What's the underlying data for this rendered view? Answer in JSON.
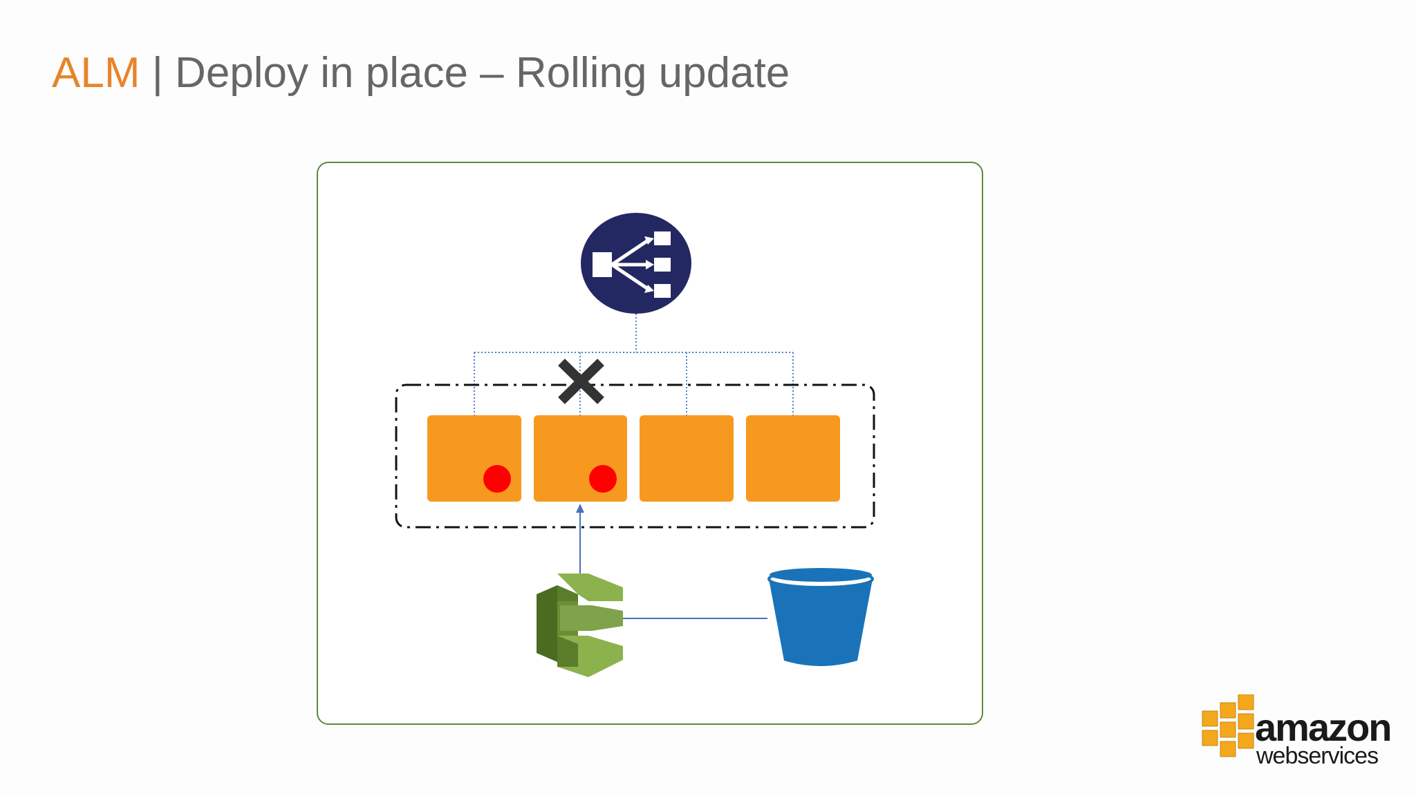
{
  "slide": {
    "title_accent": "ALM",
    "title_rest": " | Deploy in place – Rolling update"
  },
  "diagram": {
    "load_balancer_icon": "elastic-load-balancer-icon",
    "instances": [
      {
        "has_new_version": true,
        "load_balancer_link_removed": false
      },
      {
        "has_new_version": true,
        "load_balancer_link_removed": true
      },
      {
        "has_new_version": false,
        "load_balancer_link_removed": false
      },
      {
        "has_new_version": false,
        "load_balancer_link_removed": false
      }
    ],
    "deploy_service_icon": "codedeploy-icon",
    "storage_icon": "s3-bucket-icon",
    "colors": {
      "frame": "#5a8a3a",
      "load_balancer": "#232863",
      "instance": "#f7991f",
      "new_version_dot": "#ff0000",
      "connector": "#4a7fd0",
      "deploy_service": "#6b8e35",
      "bucket": "#1a73b8",
      "remove_mark": "#333333"
    }
  },
  "logo": {
    "line1": "amazon",
    "line2": "webservices",
    "cube_color": "#f4a81d"
  }
}
